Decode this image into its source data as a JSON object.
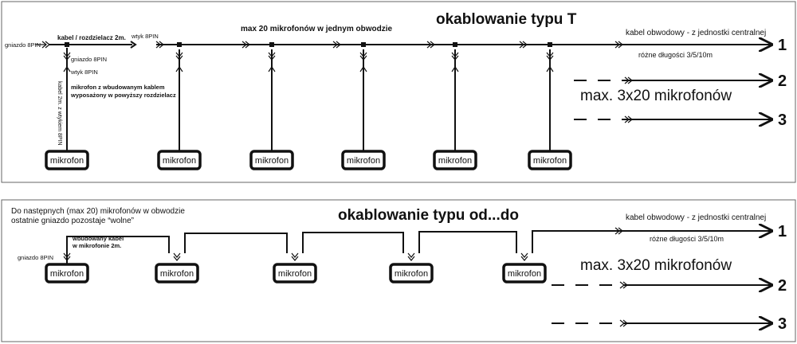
{
  "panel_t": {
    "title": "okablowanie typu T",
    "max_mics_label": "max 20 mikrofonów w jednym obwodzie",
    "cable_splitter_label": "kabel / rozdzielacz 2m.",
    "socket_left_label": "gniazdo 8PIN",
    "plug_top_label": "wtyk 8PIN",
    "socket_below_label": "gniazdo 8PIN",
    "plug_below_label": "wtyk 8PIN",
    "mic_note_line1": "mikrofon z wbudowanym kablem",
    "mic_note_line2": "wyposażony w powyższy rozdzielacz",
    "vertical_cable_label": "kabel 2m. z wtykiem 8PIN",
    "trunk_label": "kabel obwodowy - z jednostki centralnej",
    "lengths_label": "różne długości 3/5/10m",
    "max_total_label": "max. 3x20 mikrofonów",
    "circuit_numbers": [
      "1",
      "2",
      "3"
    ],
    "mic_labels": [
      "mikrofon",
      "mikrofon",
      "mikrofon",
      "mikrofon",
      "mikrofon",
      "mikrofon"
    ]
  },
  "panel_od": {
    "title": "okablowanie typu od...do",
    "note_line1": "Do następnych (max 20) mikrofonów w obwodzie",
    "note_line2": "ostatnie gniazdo pozostaje “wolne”",
    "builtin_cable_line1": "wbudowany kabel",
    "builtin_cable_line2": "w mikrofonie 2m.",
    "socket_label": "gniazdo 8PIN",
    "trunk_label": "kabel obwodowy - z jednostki centralnej",
    "lengths_label": "różne długości 3/5/10m",
    "max_total_label": "max. 3x20 mikrofonów",
    "circuit_numbers": [
      "1",
      "2",
      "3"
    ],
    "mic_labels": [
      "mikrofon",
      "mikrofon",
      "mikrofon",
      "mikrofon",
      "mikrofon"
    ]
  }
}
